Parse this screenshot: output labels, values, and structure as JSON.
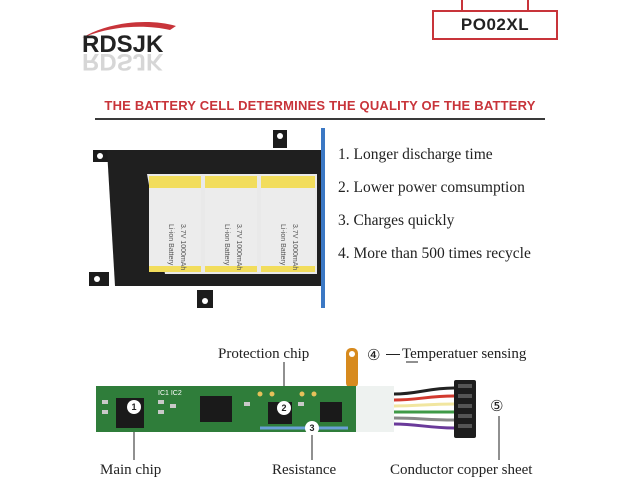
{
  "brand": {
    "logo_text": "RDSJK"
  },
  "model": {
    "code": "PO02XL"
  },
  "headline": "THE BATTERY CELL DETERMINES THE QUALITY OF THE BATTERY",
  "features": [
    "1. Longer discharge time",
    "2. Lower power comsumption",
    "3. Charges quickly",
    "4. More than 500 times recycle"
  ],
  "cells": [
    {
      "line1": "Li-ion Battery",
      "line2": "3.7V 1000mAh"
    },
    {
      "line1": "Li-ion Battery",
      "line2": "3.7V 1000mAh"
    },
    {
      "line1": "Li-ion Battery",
      "line2": "3.7V 1000mAh"
    }
  ],
  "diagram": {
    "protection_chip": "Protection chip",
    "temperature_sensing": "Temperatuer sensing",
    "temperature_marker": "④",
    "main_chip": "Main chip",
    "resistance": "Resistance",
    "conductor": "Conductor copper sheet",
    "conductor_marker": "⑤",
    "pcb_markers": [
      "1",
      "2",
      "3"
    ],
    "pcb_silkscreen": "IC1 IC2"
  },
  "colors": {
    "accent": "#c8343a",
    "cell_yellow": "#f2dd5c",
    "pcb_green": "#2f7d3a",
    "frame": "#1c1c1c",
    "blue_edge": "#3b78c4"
  }
}
